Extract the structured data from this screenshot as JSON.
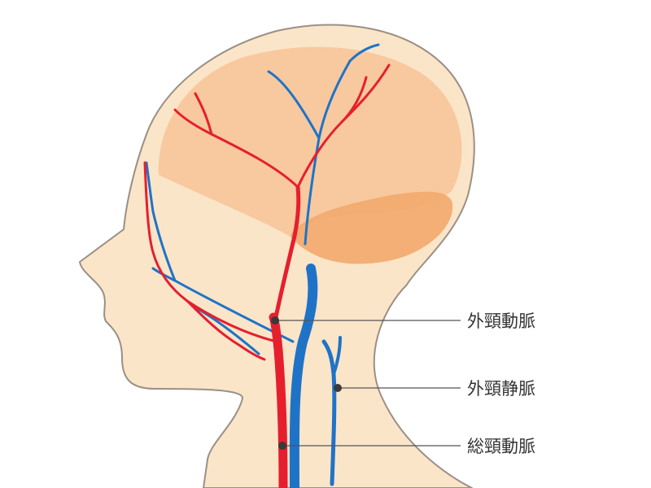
{
  "labels": {
    "external_carotid_artery": "外頸動脈",
    "external_jugular_vein": "外頸静脈",
    "common_carotid_artery": "総頸動脈"
  },
  "colors": {
    "skin": "#fbe5c8",
    "skin_outline": "#9b8f86",
    "cerebrum": "#f7c49a",
    "cerebellum": "#f2a96b",
    "artery": "#e51f2e",
    "vein": "#1f73c7",
    "leader_line": "#555555",
    "label_text": "#333333"
  }
}
